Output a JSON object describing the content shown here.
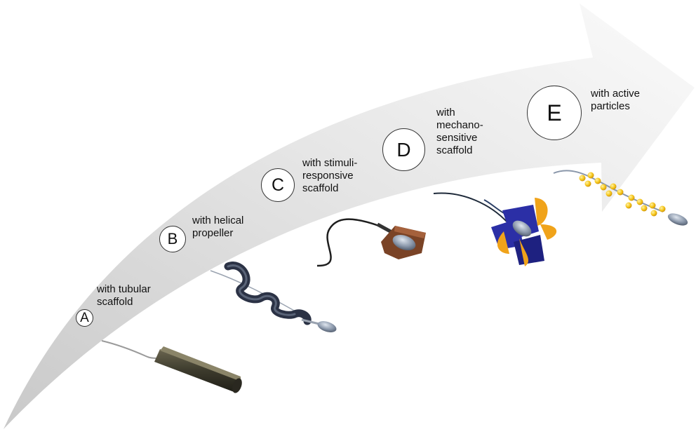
{
  "diagram": {
    "steps": [
      {
        "letter": "A",
        "label": "with tubular\nscaffold"
      },
      {
        "letter": "B",
        "label": "with helical\npropeller"
      },
      {
        "letter": "C",
        "label": "with stimuli-\nresponsive\nscaffold"
      },
      {
        "letter": "D",
        "label": "with\nmechano-\nsensitive\nscaffold"
      },
      {
        "letter": "E",
        "label": "with active\nparticles"
      }
    ],
    "colors": {
      "arrow_dark": "#cfcfcf",
      "arrow_light": "#fafafa",
      "tube": "#4a4535",
      "helix": "#2b3245",
      "shell": "#7a4326",
      "flower_blue": "#2b2fa6",
      "flower_orange": "#f0a31a",
      "particle": "#f5c518",
      "sperm_head": "#8a97aa"
    }
  }
}
